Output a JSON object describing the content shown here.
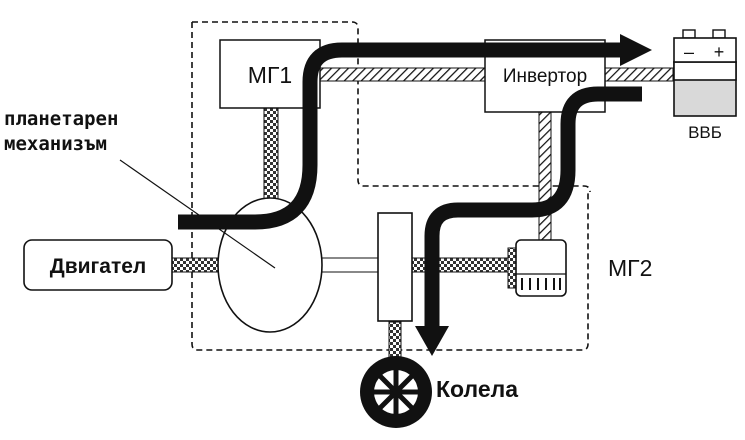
{
  "labels": {
    "mg1": "МГ1",
    "inverter": "Инвертор",
    "battery": "ВВБ",
    "battery_minus": "–",
    "battery_plus": "+",
    "planetary_line1": "планетарен",
    "planetary_line2": "механизъм",
    "engine": "Двигател",
    "mg2": "МГ2",
    "wheel": "Колела"
  },
  "colors": {
    "line": "#111111",
    "flow_arrow": "#111111",
    "battery_fill": "#d9d9d9",
    "background": "#ffffff"
  }
}
